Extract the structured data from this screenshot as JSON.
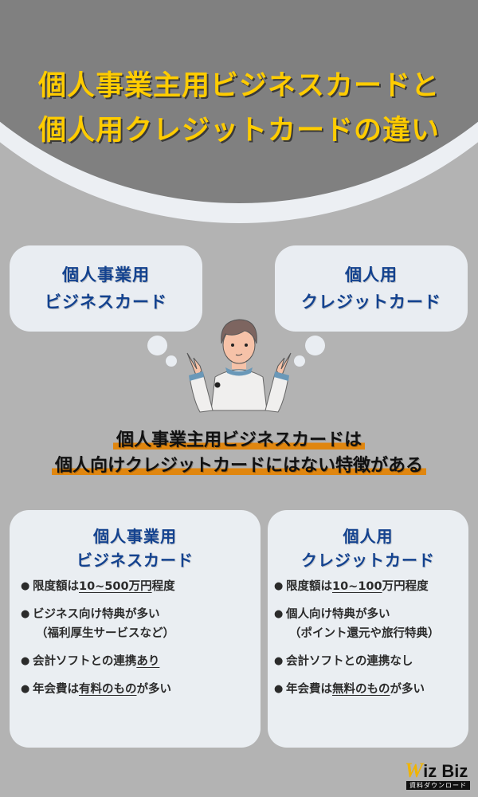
{
  "title": {
    "line1": "個人事業主用ビジネスカードと",
    "line2": "個人用クレジットカードの違い",
    "color": "#ffcc00"
  },
  "bubbles": {
    "left": {
      "line1": "個人事業用",
      "line2": "ビジネスカード"
    },
    "right": {
      "line1": "個人用",
      "line2": "クレジットカード"
    }
  },
  "illustration": {
    "icon": "shrugging-person-icon"
  },
  "highlight": {
    "line1": "個人事業主用ビジネスカードは",
    "line2": "個人向けクレジットカードにはない特徴がある",
    "marker_color": "#e0860f"
  },
  "cards": {
    "business": {
      "title_line1": "個人事業用",
      "title_line2": "ビジネスカード",
      "items": [
        {
          "pre": "限度額は",
          "ul": "10~500万円",
          "post": "程度"
        },
        {
          "pre": "ビジネス向け特典が多い",
          "sub": "（福利厚生サービスなど）"
        },
        {
          "pre": "会計ソフトとの連携",
          "ul": "あり",
          "post": ""
        },
        {
          "pre": "年会費は",
          "ul": "有料のもの",
          "post": "が多い"
        }
      ]
    },
    "personal": {
      "title_line1": "個人用",
      "title_line2": "クレジットカード",
      "items": [
        {
          "pre": "限度額は",
          "ul": "10~100",
          "post": "万円程度"
        },
        {
          "pre": "個人向け特典が多い",
          "sub": "（ポイント還元や旅行特典）"
        },
        {
          "pre": "会計ソフトとの連携なし"
        },
        {
          "pre": "年会費は",
          "ul": "無料のもの",
          "post": "が多い"
        }
      ]
    }
  },
  "logo": {
    "w": "W",
    "text": "iz Biz",
    "bar": "資料ダウンロード"
  },
  "colors": {
    "background": "#b3b3b3",
    "header": "#808080",
    "header_band": "#eceff3",
    "card": "#eaeef2",
    "heading_blue": "#13428f"
  }
}
